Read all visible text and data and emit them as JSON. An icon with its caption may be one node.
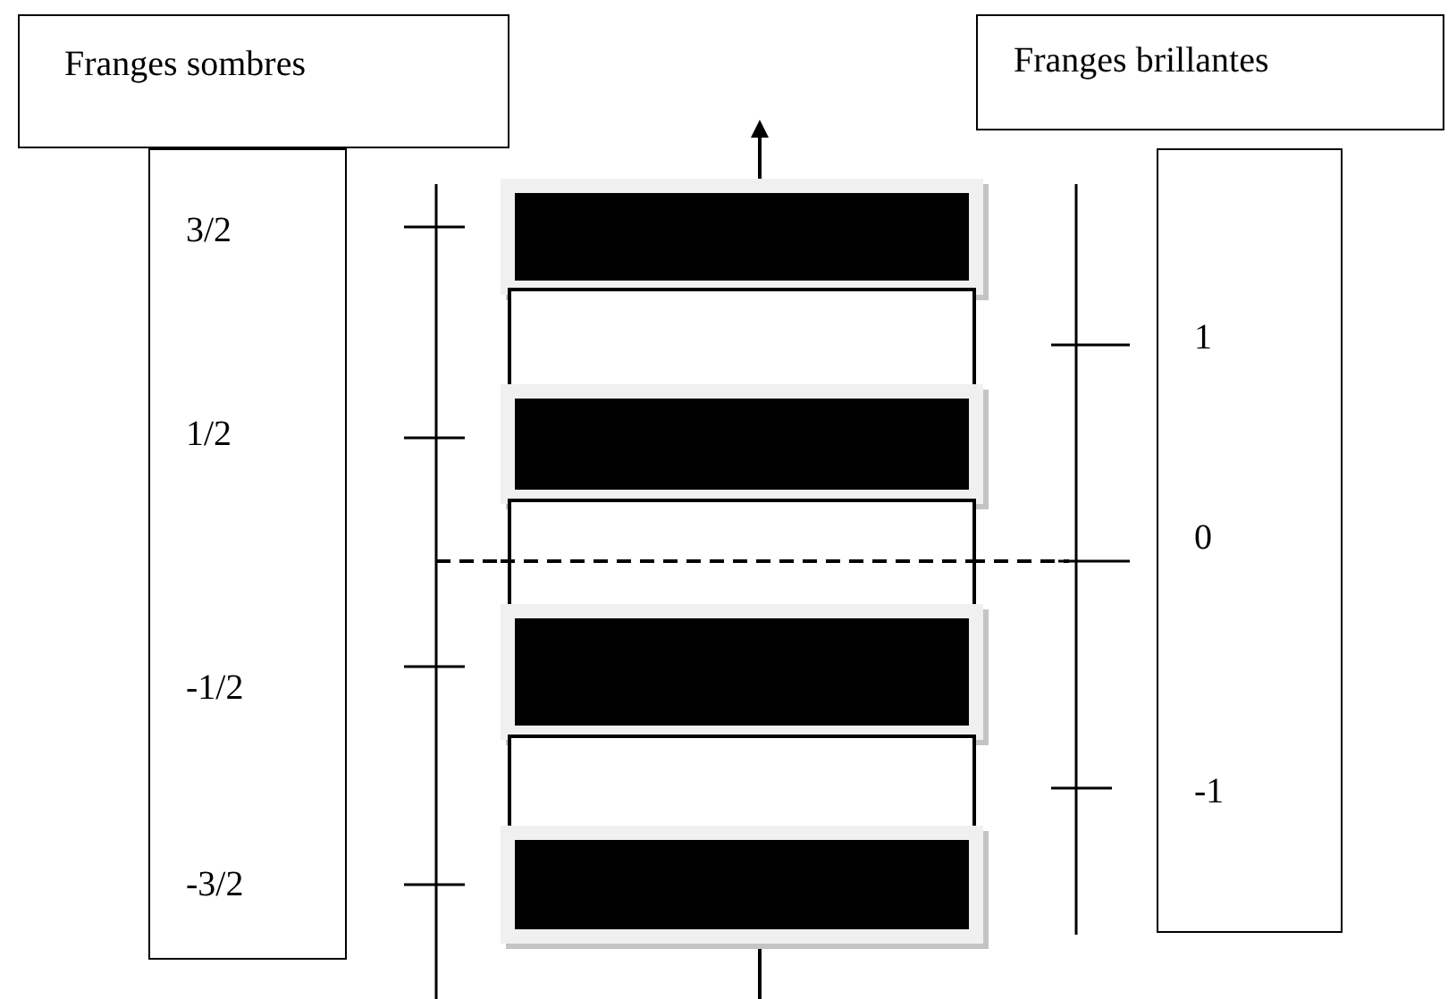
{
  "diagram": {
    "nodes": [
      {
        "text": [
          "Franges sombres"
        ]
      },
      {
        "text": [
          "Franges brillantes"
        ]
      },
      {
        "text": [
          "3/2",
          "1/2",
          "-1/2",
          "-3/2"
        ]
      },
      {
        "text": [
          "1",
          "0",
          "-1"
        ]
      },
      {
        "text": [],
        "shape": "bar"
      },
      {
        "text": [],
        "shape": "box"
      },
      {
        "text": [],
        "shape": "bar"
      },
      {
        "text": [],
        "shape": "box"
      },
      {
        "text": [],
        "shape": "bar"
      },
      {
        "text": [],
        "shape": "box"
      },
      {
        "text": [],
        "shape": "bar"
      }
    ]
  }
}
